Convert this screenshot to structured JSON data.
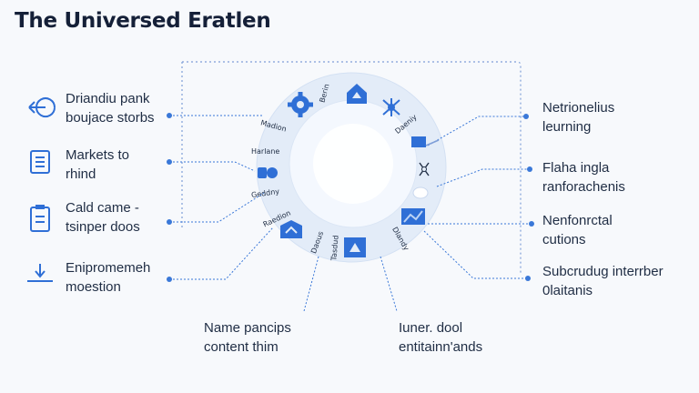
{
  "title": "The Universed Eratlen",
  "accent_color": "#2f6fd6",
  "left_items": [
    {
      "icon": "arrow-loop-icon",
      "line1": "Driandiu pank",
      "line2": "boujace storbs"
    },
    {
      "icon": "list-doc-icon",
      "line1": "Markets to",
      "line2": "rhind"
    },
    {
      "icon": "clipboard-icon",
      "line1": "Cald came -",
      "line2": "tsinper doos"
    },
    {
      "icon": "download-tray-icon",
      "line1": "Enipromemeh",
      "line2": "moestion"
    }
  ],
  "right_items": [
    {
      "line1": "Netrionelius",
      "line2": "leurning"
    },
    {
      "line1": "Flaha ingla",
      "line2": "ranforachenis"
    },
    {
      "line1": "Nenfonrctal",
      "line2": "cutions"
    },
    {
      "line1": "Subcrudug interrber",
      "line2": "0laitanis"
    }
  ],
  "bottom_items": [
    {
      "line1": "Name pancips",
      "line2": "content thim"
    },
    {
      "line1": "Iuner. dool",
      "line2": "entitainn'ands"
    }
  ],
  "ring_labels": [
    "Madion",
    "Harlane",
    "Geddny",
    "Raedion",
    "Daous",
    "Tasdud",
    "Dlandy",
    "Daeniy",
    "Berin"
  ]
}
